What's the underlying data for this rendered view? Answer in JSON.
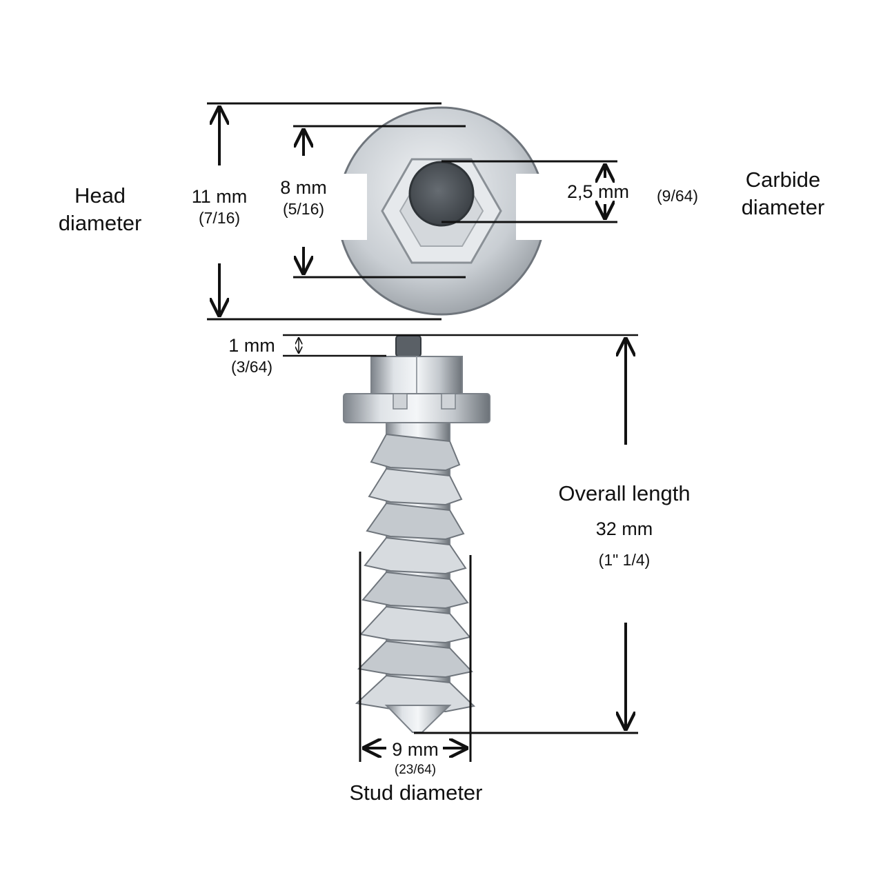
{
  "labels": {
    "head_diameter": {
      "line1": "Head",
      "line2": "diameter"
    },
    "head_11": {
      "mm": "11 mm",
      "inch": "(7/16)"
    },
    "hex_8": {
      "mm": "8 mm",
      "inch": "(5/16)"
    },
    "carbide_25": {
      "mm": "2,5 mm",
      "inch": "(9/64)"
    },
    "carbide_diameter": {
      "line1": "Carbide",
      "line2": "diameter"
    },
    "protrusion": {
      "mm": "1 mm",
      "inch": "(3/64)"
    },
    "overall_length": {
      "title": "Overall length",
      "mm": "32 mm",
      "inch": "(1\" 1/4)"
    },
    "stud_9": {
      "mm": "9 mm",
      "inch": "(23/64)"
    },
    "stud_diameter": "Stud diameter"
  },
  "colors": {
    "line": "#111111",
    "steel_light": "#e9ecef",
    "steel_mid": "#b9bec4",
    "steel_dark": "#6f757c",
    "carbide": "#4a4f55"
  }
}
